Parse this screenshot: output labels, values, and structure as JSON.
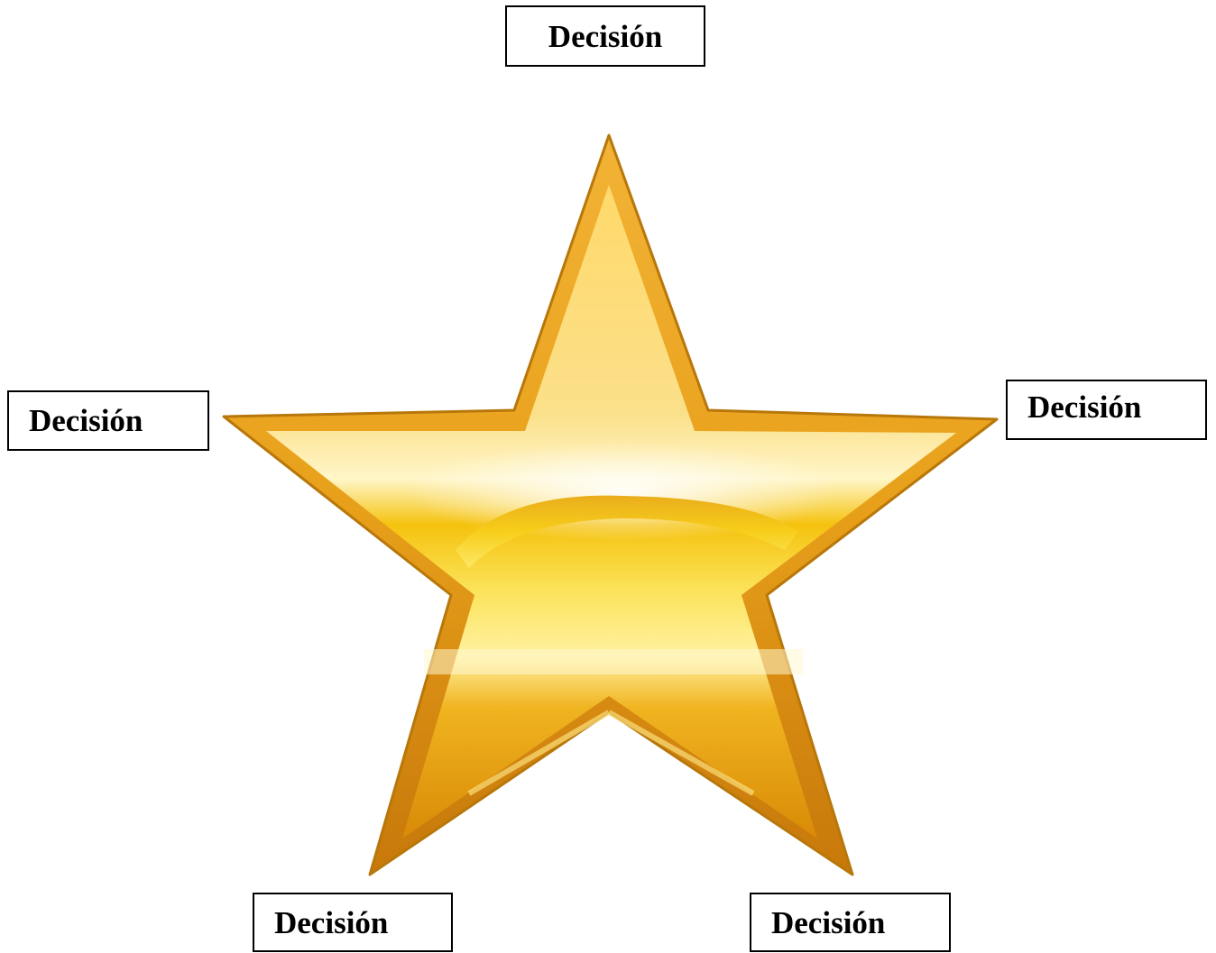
{
  "diagram": {
    "star_colors": {
      "outline": "#c8860a",
      "edge": "#e0a21c",
      "fill_light": "#fff2a8",
      "fill_mid": "#f9c522",
      "fill_dark": "#d88d06"
    },
    "labels": {
      "top": "Decisión",
      "left": "Decisión",
      "right": "Decisión",
      "bottom_left": "Decisión",
      "bottom_right": "Decisión"
    }
  }
}
